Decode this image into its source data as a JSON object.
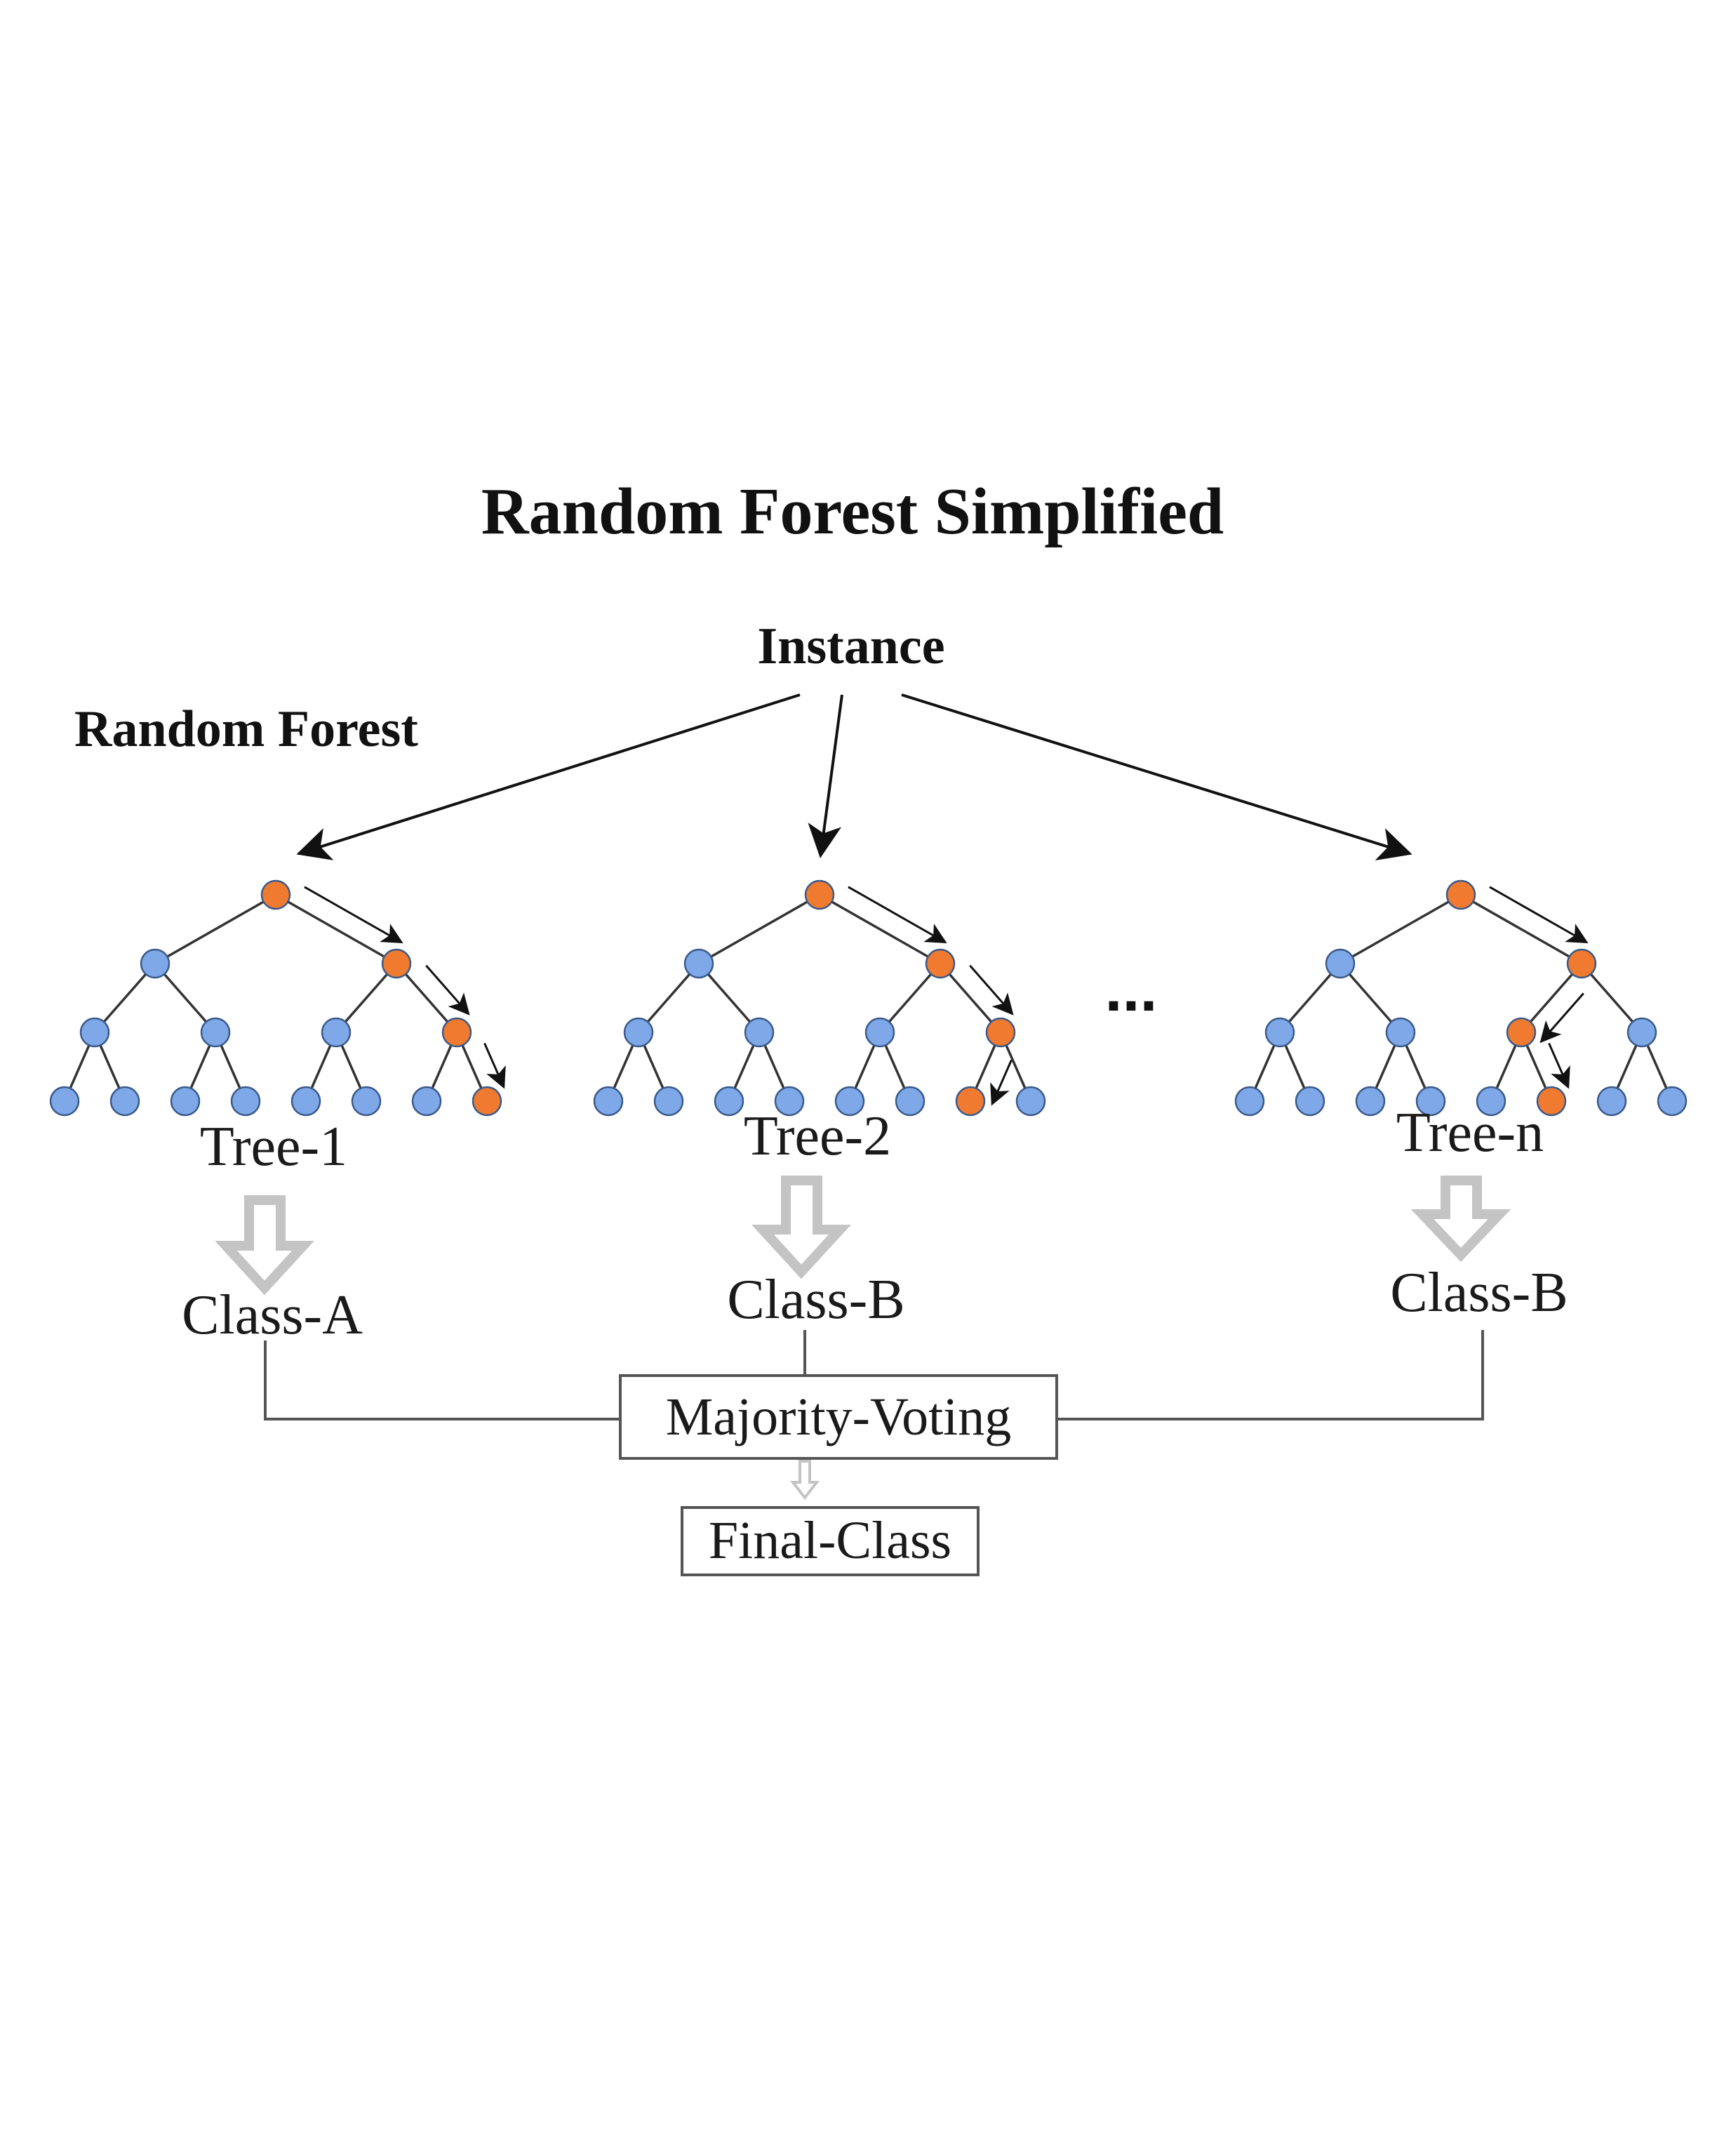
{
  "title": "Random Forest Simplified",
  "instance_label": "Instance",
  "forest_label": "Random Forest",
  "ellipsis": "...",
  "colors": {
    "node_default": "#7fa8e8",
    "node_path": "#f07a30",
    "hollow_arrow": "#c4c4c4"
  },
  "trees": [
    {
      "name": "Tree-1",
      "class": "Class-A",
      "path": [
        "root",
        "R",
        "RR",
        "RRR"
      ]
    },
    {
      "name": "Tree-2",
      "class": "Class-B",
      "path": [
        "root",
        "R",
        "RR",
        "RRL"
      ]
    },
    {
      "name": "Tree-n",
      "class": "Class-B",
      "path": [
        "root",
        "R",
        "RL",
        "RLR"
      ]
    }
  ],
  "voting_label": "Majority-Voting",
  "final_label": "Final-Class"
}
